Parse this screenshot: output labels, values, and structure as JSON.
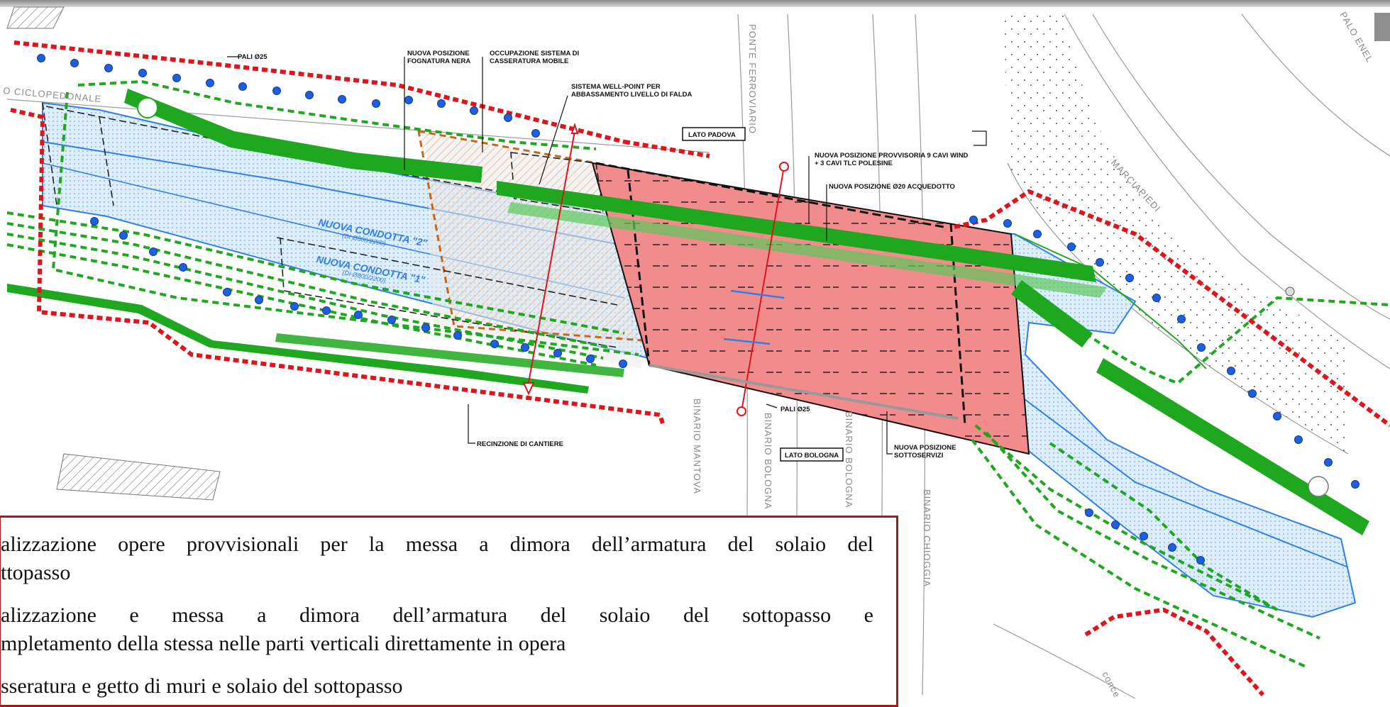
{
  "drawing": {
    "labels": {
      "pali_top": "PALI Ø25",
      "fognatura": [
        "NUOVA POSIZIONE",
        "FOGNATURA NERA"
      ],
      "casseratura": [
        "OCCUPAZIONE SISTEMA DI",
        "CASSERATURA MOBILE"
      ],
      "wellpoint": [
        "SISTEMA WELL-POINT PER",
        "ABBASSAMENTO LIVELLO DI FALDA"
      ],
      "lato_padova": "LATO PADOVA",
      "ponte": "PONTE FERROVIARIO",
      "cavi": [
        "NUOVA POSIZIONE PROVVISORIA 9 CAVI WIND",
        "+ 3 CAVI TLC POLESINE"
      ],
      "acquedotto": "NUOVA POSIZIONE Ø20 ACQUEDOTTO",
      "marciapiedi": "MARCIAPIEDI",
      "ciclopedonale": "O CICLOPEDONALE",
      "condotta2": "NUOVA CONDOTTA \"2\"",
      "condotta2_sub": "(DI Ø800/2200)",
      "condotta1": "NUOVA CONDOTTA \"1\"",
      "condotta1_sub": "(DI Ø800/2200)",
      "pali_bottom": "PALI Ø25",
      "lato_bologna": "LATO BOLOGNA",
      "sottoservizi": [
        "NUOVA POSIZIONE",
        "SOTTOSERVIZI"
      ],
      "recinzione": "RECINZIONE DI CANTIERE",
      "binario_mantova": "BINARIO MANTOVA",
      "binario_bologna1": "BINARIO BOLOGNA",
      "binario_bologna2": "BINARIO BOLOGNA",
      "binario_chioggia": "BINARIO CHIOGGIA",
      "corner": "PALO ENEL",
      "concessione": "conce"
    }
  },
  "notes": [
    "alizzazione opere provvisionali per la messa a dimora dell’armatura del solaio del",
    "ttopasso",
    "alizzazione e messa a dimora dell’armatura del solaio del sottopasso e",
    "mpletamento della stessa nelle parti verticali direttamente in opera",
    "sseratura e getto di muri e solaio del sottopasso"
  ],
  "colors": {
    "fence_red": "#e0141b",
    "green": "#1fa81f",
    "blue_pile": "#1e5fe0",
    "pink_fill": "#f08a8a",
    "orange_dash": "#c8661a",
    "frame": "#a01c1c"
  }
}
